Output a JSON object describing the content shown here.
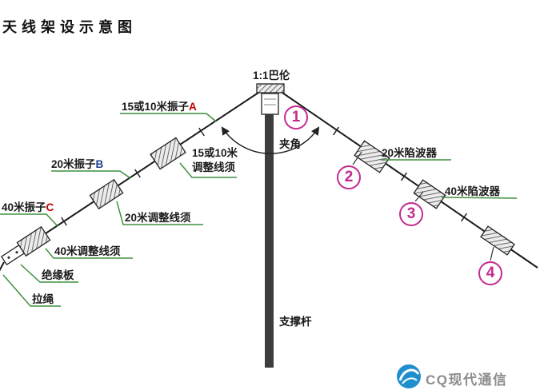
{
  "title": "天线架设示意图",
  "diagram": {
    "balun_label": "1:1巴伦",
    "angle_label": "夹角",
    "pole_label": "支撑杆",
    "left_labels": {
      "element_a": {
        "text": "15或10米振子",
        "suffix": "A"
      },
      "element_b": {
        "text": "20米振子",
        "suffix": "B"
      },
      "element_c": {
        "text": "40米振子",
        "suffix": "C"
      },
      "adjust_15_line1": "15或10米",
      "adjust_15_line2": "调整线须",
      "adjust_20": "20米调整线须",
      "adjust_40": "40米调整线须",
      "insulator_board": "绝缘板",
      "rope": "拉绳"
    },
    "right_labels": {
      "trap_20": "20米陷波器",
      "trap_40": "40米陷波器"
    },
    "markers": [
      "1",
      "2",
      "3",
      "4"
    ]
  },
  "footer": {
    "brand": "CQ现代通信"
  },
  "colors": {
    "marker": "#c42a8d",
    "leader": "#3f8f3f",
    "suffix-a": "#c00000",
    "suffix-b": "#24408e",
    "suffix-c": "#c00000",
    "logo": "#1f8fce",
    "brand-text": "#8d8d8d"
  }
}
